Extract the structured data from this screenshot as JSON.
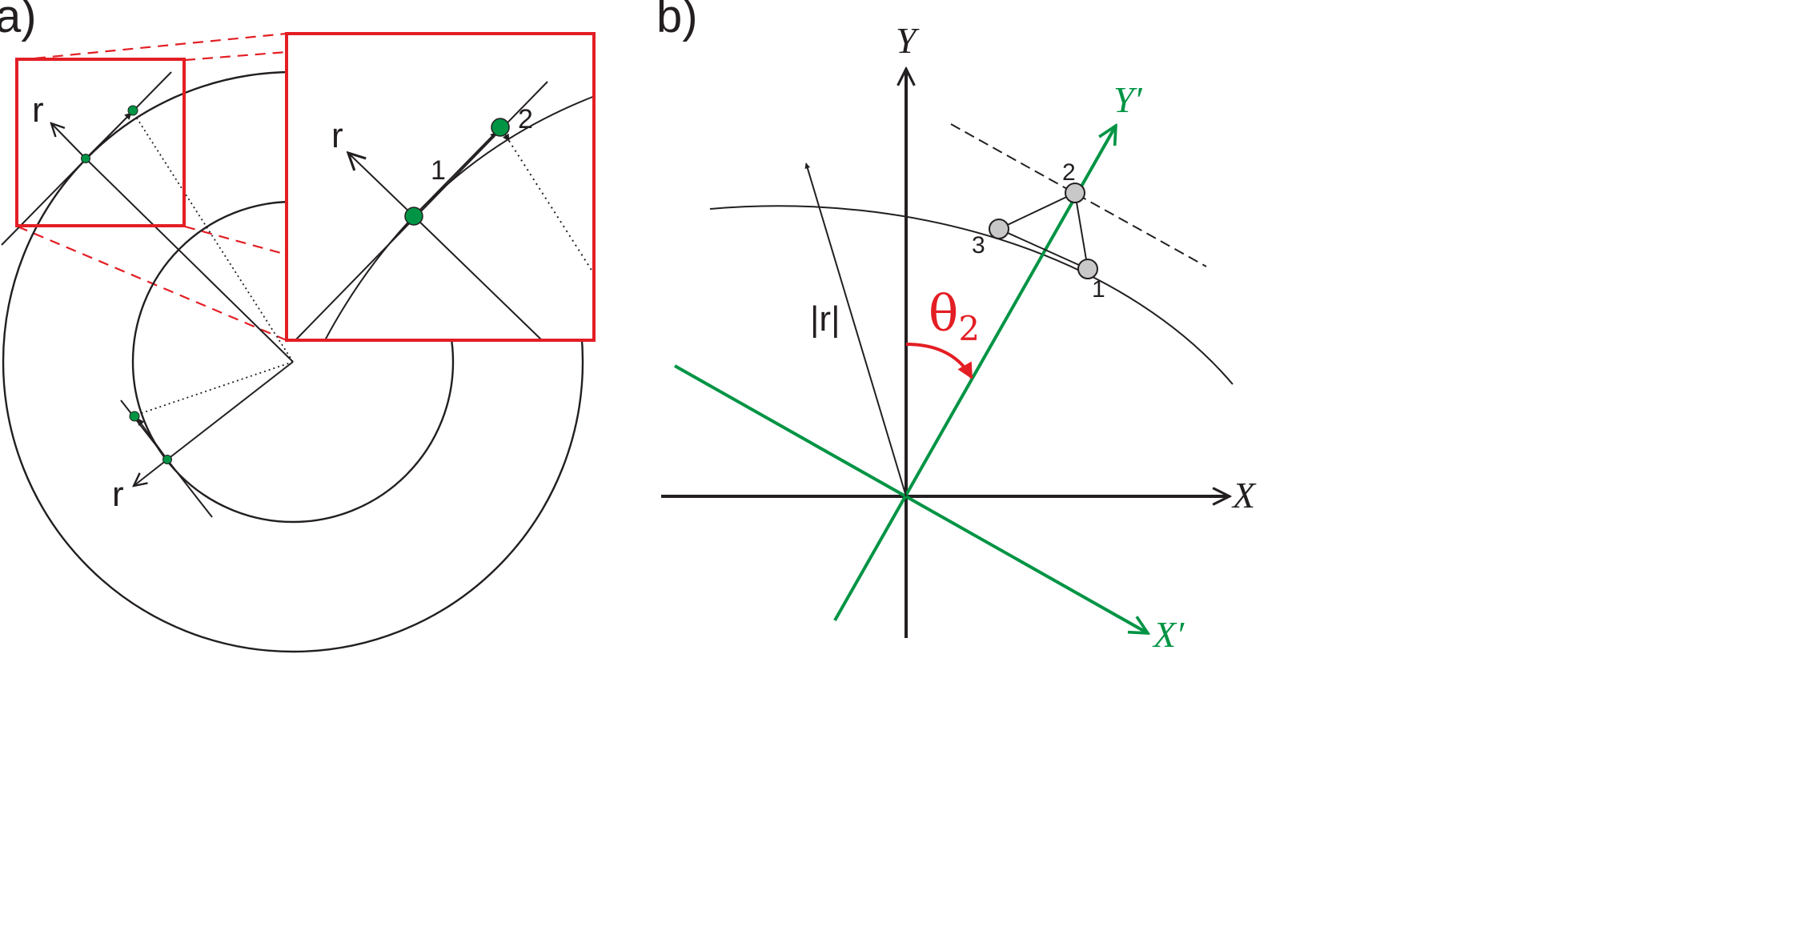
{
  "panel_a": {
    "label": "a)",
    "r_label_top": "r",
    "r_label_zoom": "r",
    "r_label_bottom": "r",
    "num_1": "1",
    "num_2": "2",
    "highlight_color": "#e31e24",
    "particle_color": "#009444"
  },
  "panel_b": {
    "label": "b)",
    "axis_y": "Y",
    "axis_x": "X",
    "axis_y_prime": "Y′",
    "axis_x_prime": "X′",
    "radius_label": "|r|",
    "theta_symbol": "θ",
    "theta_subscript": "2",
    "atom_1": "1",
    "atom_2": "2",
    "atom_3": "3",
    "primed_axes_color": "#009444",
    "angle_color": "#e31e24",
    "atom_fill": "#c8c8c8"
  }
}
